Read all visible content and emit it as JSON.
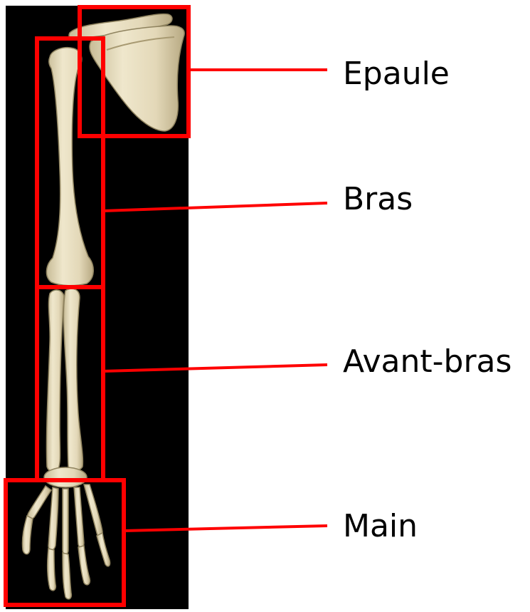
{
  "diagram": {
    "labels": {
      "shoulder": "Epaule",
      "arm": "Bras",
      "forearm": "Avant-bras",
      "hand": "Main"
    },
    "colors": {
      "background_panel": "#000000",
      "bone": "#e8dfc3",
      "bone_shadow": "#b9ab86",
      "frame": "#ff0000",
      "text": "#000000"
    }
  }
}
